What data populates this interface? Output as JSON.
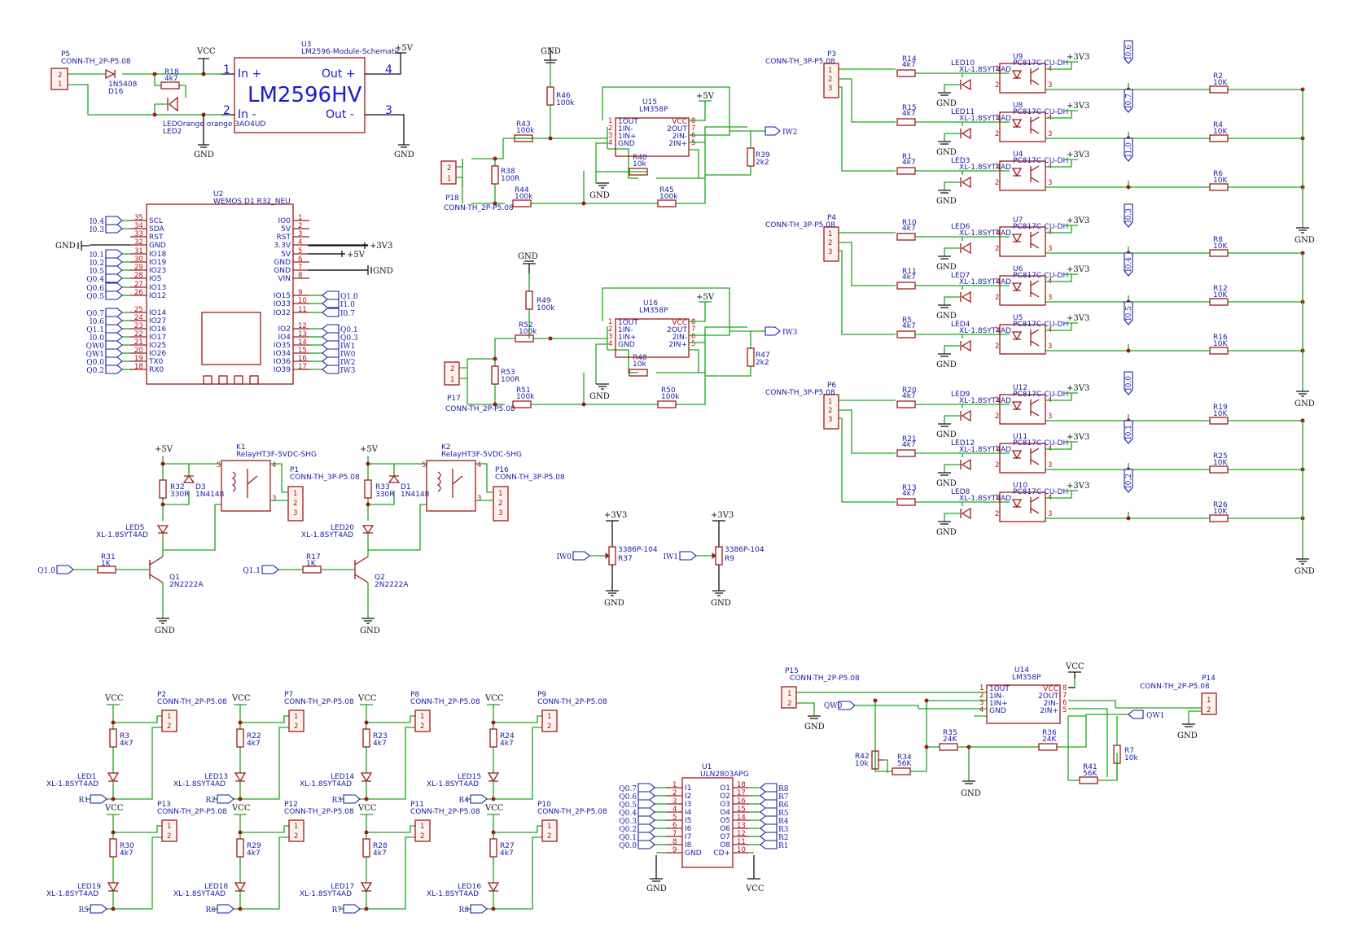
{
  "power": {
    "vcc": "VCC",
    "p5v": "+5V",
    "p3v3": "+3V3",
    "gnd": "GND"
  },
  "u3": {
    "ref": "U3",
    "value": "LM2596-Module-Schematic",
    "name": "LM2596HV",
    "in_p": "In +",
    "in_m": "In -",
    "out_p": "Out +",
    "out_m": "Out -",
    "p1": "1",
    "p2": "2",
    "p3": "3",
    "p4": "4"
  },
  "p5": {
    "ref": "P5",
    "value": "CONN-TH_2P-P5.08",
    "d16_value": "1N5408",
    "d16_ref": "D16",
    "r18_ref": "R18",
    "r18_value": "4k7",
    "led2_value": "LEDOrange orange 3AO4UD",
    "led2_ref": "LED2"
  },
  "u2": {
    "ref": "U2",
    "value": "WEMOS D1 R32_NEU",
    "left": [
      {
        "net": "I0.4",
        "num": "35",
        "pin": "SCL"
      },
      {
        "net": "I0.3",
        "num": "34",
        "pin": "SDA"
      },
      {
        "net": "",
        "num": "33",
        "pin": "RST"
      },
      {
        "net": "GND",
        "num": "32",
        "pin": "GND"
      },
      {
        "net": "I0.1",
        "num": "31",
        "pin": "IO18"
      },
      {
        "net": "I0.2",
        "num": "30",
        "pin": "IO19"
      },
      {
        "net": "I0.5",
        "num": "29",
        "pin": "IO23"
      },
      {
        "net": "Q0.4",
        "num": "28",
        "pin": "IO5"
      },
      {
        "net": "Q0.6",
        "num": "27",
        "pin": "IO13"
      },
      {
        "net": "Q0.5",
        "num": "26",
        "pin": "IO12"
      },
      {
        "net": "Q0.7",
        "num": "25",
        "pin": "IO14"
      },
      {
        "net": "I0.6",
        "num": "24",
        "pin": "IO27"
      },
      {
        "net": "Q1.1",
        "num": "23",
        "pin": "IO16"
      },
      {
        "net": "I0.0",
        "num": "22",
        "pin": "IO17"
      },
      {
        "net": "QW0",
        "num": "21",
        "pin": "IO25"
      },
      {
        "net": "QW1",
        "num": "20",
        "pin": "IO26"
      },
      {
        "net": "Q0.0",
        "num": "19",
        "pin": "TX0"
      },
      {
        "net": "Q0.2",
        "num": "18",
        "pin": "RX0"
      }
    ],
    "right": [
      {
        "net": "",
        "num": "1",
        "pin": "IO0"
      },
      {
        "net": "",
        "num": "2",
        "pin": "5V"
      },
      {
        "net": "",
        "num": "3",
        "pin": "RST"
      },
      {
        "net": "+3V3",
        "num": "4",
        "pin": "3.3V"
      },
      {
        "net": "+5V",
        "num": "5",
        "pin": "5V"
      },
      {
        "net": "",
        "num": "6",
        "pin": "GND"
      },
      {
        "net": "GND",
        "num": "7",
        "pin": "GND"
      },
      {
        "net": "",
        "num": "8",
        "pin": "VIN"
      },
      {
        "net": "Q1.0",
        "num": "9",
        "pin": "IO15"
      },
      {
        "net": "I1.0",
        "num": "10",
        "pin": "IO33"
      },
      {
        "net": "I0.7",
        "num": "11",
        "pin": "IO32"
      },
      {
        "net": "Q0.1",
        "num": "12",
        "pin": "IO2"
      },
      {
        "net": "Q0.3",
        "num": "13",
        "pin": "IO4"
      },
      {
        "net": "IW1",
        "num": "14",
        "pin": "IO35"
      },
      {
        "net": "IW0",
        "num": "15",
        "pin": "IO34"
      },
      {
        "net": "IW2",
        "num": "16",
        "pin": "IO36"
      },
      {
        "net": "IW3",
        "num": "17",
        "pin": "IO39"
      }
    ]
  },
  "opamp1": {
    "u_ref": "U15",
    "p_ref": "P18",
    "r_gnd": {
      "ref": "R46",
      "value": "100k"
    },
    "r_in": {
      "ref": "R43",
      "value": "100k"
    },
    "r_sh": {
      "ref": "R38",
      "value": "100R"
    },
    "r_in2": {
      "ref": "R44",
      "value": "100k"
    },
    "r_fb": {
      "ref": "R40",
      "value": "10k"
    },
    "r_fb2": {
      "ref": "R45",
      "value": "100k"
    },
    "r_out": {
      "ref": "R39",
      "value": "2k2"
    },
    "net": "IW2"
  },
  "opamp2": {
    "u_ref": "U16",
    "p_ref": "P17",
    "r_gnd": {
      "ref": "R49",
      "value": "100k"
    },
    "r_in": {
      "ref": "R52",
      "value": "100k"
    },
    "r_sh": {
      "ref": "R53",
      "value": "100R"
    },
    "r_in2": {
      "ref": "R51",
      "value": "100k"
    },
    "r_fb": {
      "ref": "R48",
      "value": "10k"
    },
    "r_fb2": {
      "ref": "R50",
      "value": "100k"
    },
    "r_out": {
      "ref": "R47",
      "value": "2k2"
    },
    "net": "IW3"
  },
  "lm358": {
    "value": "LM358P",
    "vcc": "VCC",
    "pins": [
      "1OUT",
      "1IN-",
      "1IN+",
      "GND",
      "2IN+",
      "2IN-",
      "2OUT",
      "VCC"
    ],
    "nums": [
      "1",
      "2",
      "3",
      "4",
      "5",
      "6",
      "7",
      "8"
    ]
  },
  "p2": {
    "value": "CONN-TH_2P-P5.08",
    "pins": [
      "1",
      "2"
    ]
  },
  "p3": {
    "value": "CONN-TH_3P-P5.08",
    "pins": [
      "1",
      "2",
      "3"
    ]
  },
  "opto_value": "PC817C-CU-DH",
  "led_value": "XL-1.8SYT4AD",
  "opto_groups": [
    {
      "conn": "P3",
      "rows": [
        {
          "r_ref": "R14",
          "r_val": "4k7",
          "led": "LED10",
          "u": "U9",
          "net": "I0.6",
          "pr": "R2",
          "pr_val": "10K"
        },
        {
          "r_ref": "R15",
          "r_val": "4k7",
          "led": "LED11",
          "u": "U8",
          "net": "I0.7",
          "pr": "R4",
          "pr_val": "10K"
        },
        {
          "r_ref": "R1",
          "r_val": "4k7",
          "led": "LED3",
          "u": "U4",
          "net": "I1.0",
          "pr": "R6",
          "pr_val": "10K"
        }
      ]
    },
    {
      "conn": "P4",
      "rows": [
        {
          "r_ref": "R10",
          "r_val": "4k7",
          "led": "LED6",
          "u": "U7",
          "net": "I0.3",
          "pr": "R8",
          "pr_val": "10K"
        },
        {
          "r_ref": "R11",
          "r_val": "4k7",
          "led": "LED7",
          "u": "U6",
          "net": "I0.4",
          "pr": "R12",
          "pr_val": "10K"
        },
        {
          "r_ref": "R5",
          "r_val": "4k7",
          "led": "LED4",
          "u": "U5",
          "net": "I0.5",
          "pr": "R16",
          "pr_val": "10K"
        }
      ]
    },
    {
      "conn": "P6",
      "rows": [
        {
          "r_ref": "R20",
          "r_val": "4k7",
          "led": "LED9",
          "u": "U12",
          "net": "I0.0",
          "pr": "R19",
          "pr_val": "10K"
        },
        {
          "r_ref": "R21",
          "r_val": "4k7",
          "led": "LED12",
          "u": "U11",
          "net": "I0.1",
          "pr": "R25",
          "pr_val": "10K"
        },
        {
          "r_ref": "R13",
          "r_val": "4k7",
          "led": "LED8",
          "u": "U10",
          "net": "I0.2",
          "pr": "R26",
          "pr_val": "10K"
        }
      ]
    }
  ],
  "relays": [
    {
      "k": "K1",
      "kval": "RelayHT3F-5VDC-SHG",
      "p": "P1",
      "r": "R32",
      "rv": "330R",
      "d": "D3",
      "dv": "1N4148",
      "led": "LED5",
      "rb": "R31",
      "rbv": "1K",
      "q": "Q1",
      "qv": "2N2222A",
      "net": "Q1.0"
    },
    {
      "k": "K2",
      "kval": "RelayHT3F-5VDC-SHG",
      "p": "P16",
      "r": "R33",
      "rv": "330R",
      "d": "D1",
      "dv": "1N4148",
      "led": "LED20",
      "rb": "R17",
      "rbv": "1K",
      "q": "Q2",
      "qv": "2N2222A",
      "net": "Q1.1"
    }
  ],
  "pots": [
    {
      "ref": "R37",
      "value": "3386P-104",
      "net": "IW0"
    },
    {
      "ref": "R9",
      "value": "3386P-104",
      "net": "IW1"
    }
  ],
  "outputs": [
    {
      "p": "P2",
      "r": "R3",
      "led": "LED1",
      "net": "R1"
    },
    {
      "p": "P7",
      "r": "R22",
      "led": "LED13",
      "net": "R2"
    },
    {
      "p": "P8",
      "r": "R23",
      "led": "LED14",
      "net": "R3"
    },
    {
      "p": "P9",
      "r": "R24",
      "led": "LED15",
      "net": "R4"
    },
    {
      "p": "P13",
      "r": "R30",
      "led": "LED19",
      "net": "R5"
    },
    {
      "p": "P12",
      "r": "R29",
      "led": "LED18",
      "net": "R6"
    },
    {
      "p": "P11",
      "r": "R28",
      "led": "LED17",
      "net": "R7"
    },
    {
      "p": "P10",
      "r": "R27",
      "led": "LED16",
      "net": "R8"
    }
  ],
  "out_r_value": "4k7",
  "u1": {
    "ref": "U1",
    "value": "ULN2803APG",
    "left_nets": [
      "Q0.7",
      "Q0.6",
      "Q0.5",
      "Q0.4",
      "Q0.3",
      "Q0.2",
      "Q0.1",
      "Q0.0"
    ],
    "left_pins": [
      "I1",
      "I2",
      "I3",
      "I4",
      "I5",
      "I6",
      "I7",
      "I8",
      "GND"
    ],
    "left_nums": [
      "1",
      "2",
      "3",
      "4",
      "5",
      "6",
      "7",
      "8",
      "9"
    ],
    "right_pins": [
      "O1",
      "O2",
      "O3",
      "O4",
      "O5",
      "O6",
      "O7",
      "O8",
      "CD+"
    ],
    "right_nums": [
      "18",
      "17",
      "16",
      "15",
      "14",
      "13",
      "12",
      "11",
      "10"
    ],
    "right_nets": [
      "R8",
      "R7",
      "R6",
      "R5",
      "R4",
      "R3",
      "R2",
      "R1"
    ]
  },
  "u14": {
    "ref": "U14",
    "p15": "P15",
    "p14": "P14",
    "r42": "R42",
    "r42v": "10k",
    "r34": "R34",
    "r34v": "56K",
    "r35": "R35",
    "r35v": "24K",
    "r36": "R36",
    "r36v": "24K",
    "r41": "R41",
    "r41v": "56K",
    "r7": "R7",
    "r7v": "10k",
    "qw0": "QW0",
    "qw1": "QW1"
  }
}
